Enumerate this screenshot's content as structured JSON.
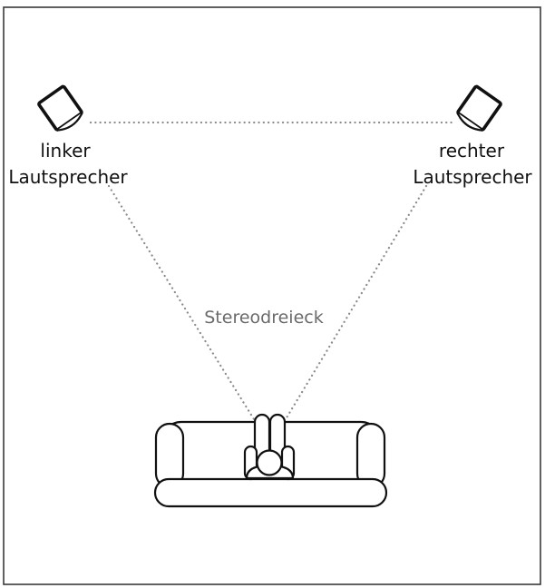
{
  "speakers": {
    "left": {
      "line1": "linker",
      "line2": "Lautsprecher"
    },
    "right": {
      "line1": "rechter",
      "line2": "Lautsprecher"
    }
  },
  "triangle": {
    "label": "Stereodreieck"
  },
  "colors": {
    "ink": "#111111",
    "room_border": "#3a3a3a",
    "dotted_line": "#8a8a8a",
    "triangle_label": "#6a6a6a",
    "background": "#ffffff"
  },
  "icons": [
    "speaker-icon",
    "sofa-icon",
    "listener-icon"
  ]
}
